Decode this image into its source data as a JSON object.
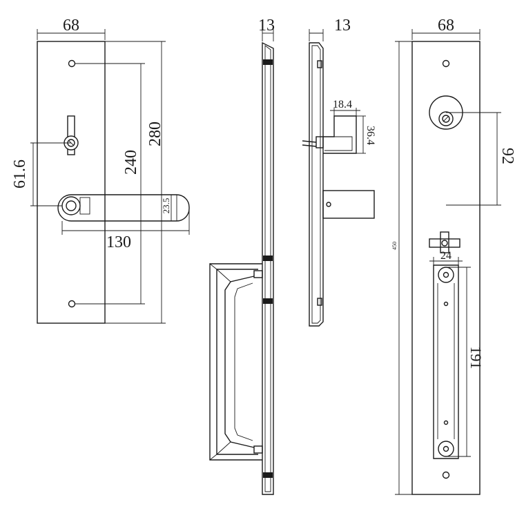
{
  "labels": {
    "front_plate_width": "68",
    "front_center_offset": "61.6",
    "front_screw_spacing": "240",
    "front_plate_height": "280",
    "handle_length": "130",
    "handle_diameter": "23.5",
    "side_thickness_handle": "13",
    "side_thickness_plate": "13",
    "latch_width": "18.4",
    "latch_height": "36.4",
    "back_plate_width": "68",
    "cylinder_offset": "92",
    "pull_handle_width": "24",
    "pull_handle_spacing": "191",
    "back_plate_height": "450"
  }
}
